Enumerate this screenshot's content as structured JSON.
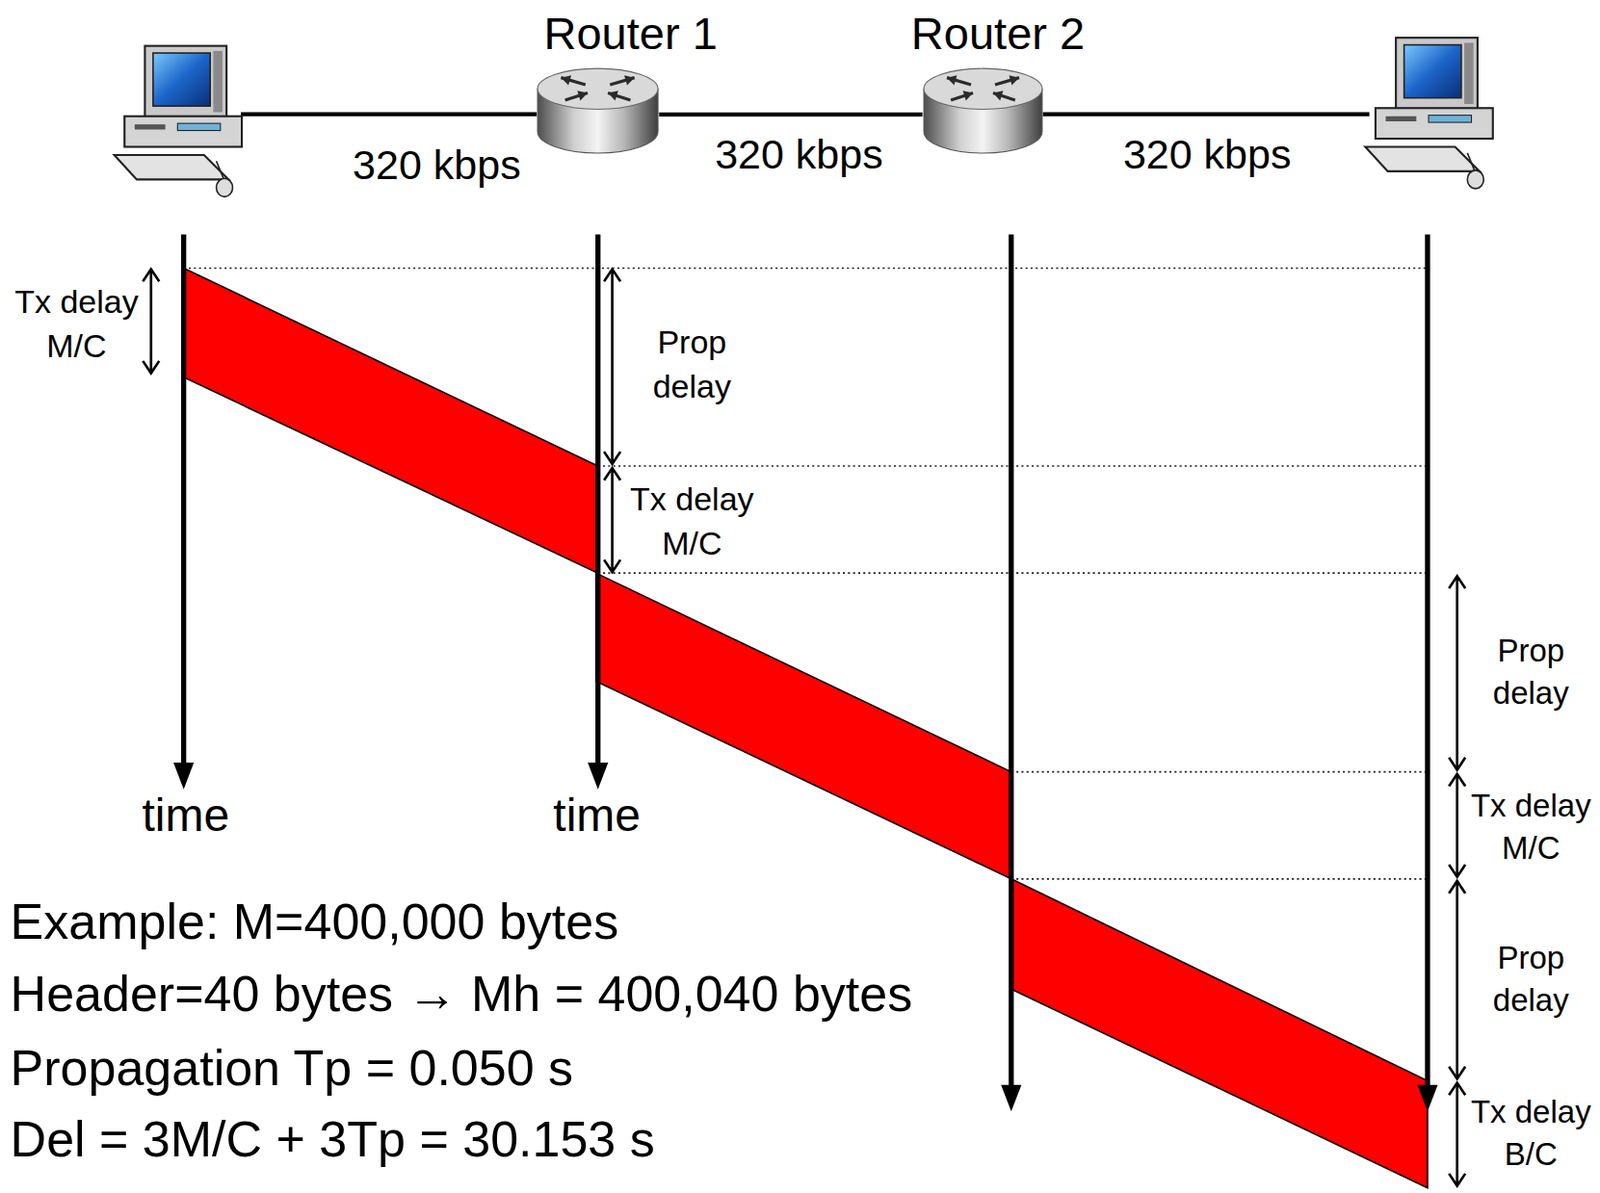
{
  "diagram": {
    "nodes": [
      {
        "text": [
          "Router 1"
        ]
      },
      {
        "text": [
          "Router 2"
        ]
      }
    ],
    "edges": [
      {
        "from": 0,
        "to": 1,
        "arrow": "none",
        "label": "320 kbps"
      }
    ],
    "labels": [
      "320 kbps",
      "320 kbps",
      "Tx delay M/C",
      "Prop delay",
      "Tx delay M/C",
      "time",
      "time",
      "Prop delay",
      "Tx delay M/C",
      "Prop delay",
      "Tx delay B/C",
      "Example: M=400,000 bytes",
      "Header=40 bytes → Mh = 400,040 bytes",
      "Propagation Tp = 0.050 s",
      "Del = 3M/C + 3Tp = 30.153 s"
    ]
  }
}
